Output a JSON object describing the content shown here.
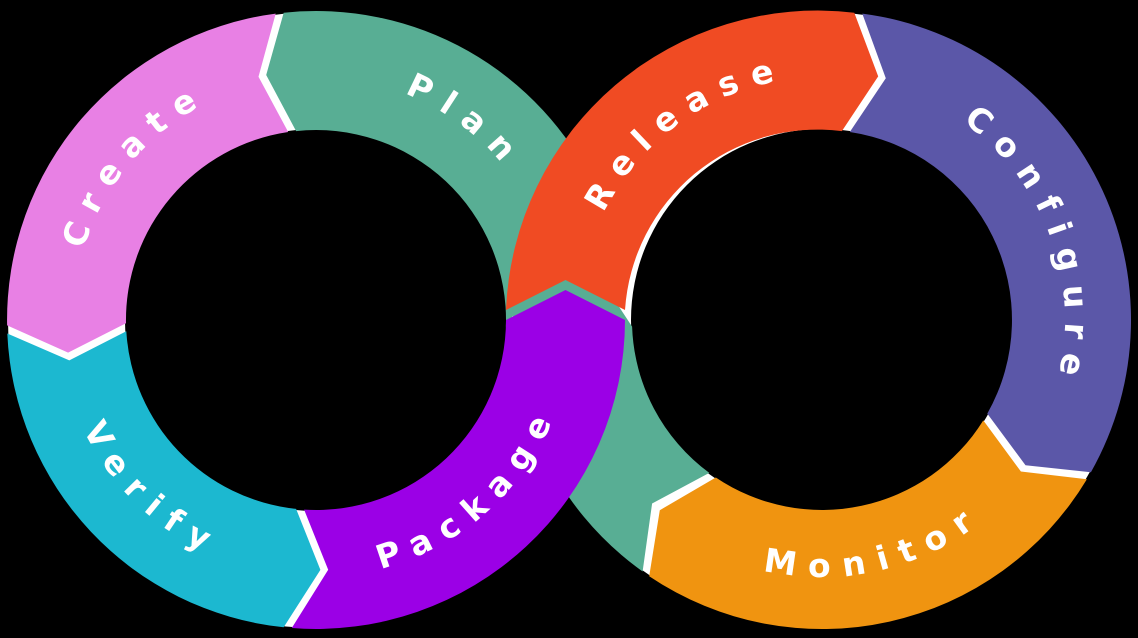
{
  "diagram": {
    "background_color": "#000000",
    "separator_color": "#ffffff",
    "label_color": "#ffffff",
    "left_loop": {
      "segments_order": [
        "plan",
        "create",
        "verify",
        "package"
      ]
    },
    "right_loop": {
      "segments_order": [
        "release",
        "configure",
        "monitor",
        "plan-return"
      ]
    },
    "segments": {
      "plan": {
        "label": "Plan",
        "color": "#58ae94"
      },
      "create": {
        "label": "Create",
        "color": "#e880e4"
      },
      "verify": {
        "label": "Verify",
        "color": "#1cb8d0"
      },
      "package": {
        "label": "Package",
        "color": "#9b00e6"
      },
      "release": {
        "label": "Release",
        "color": "#f04b23"
      },
      "configure": {
        "label": "Configure",
        "color": "#5b57a8"
      },
      "monitor": {
        "label": "Monitor",
        "color": "#f09410"
      },
      "plan_return": {
        "label": "",
        "color": "#58ae94"
      }
    }
  }
}
